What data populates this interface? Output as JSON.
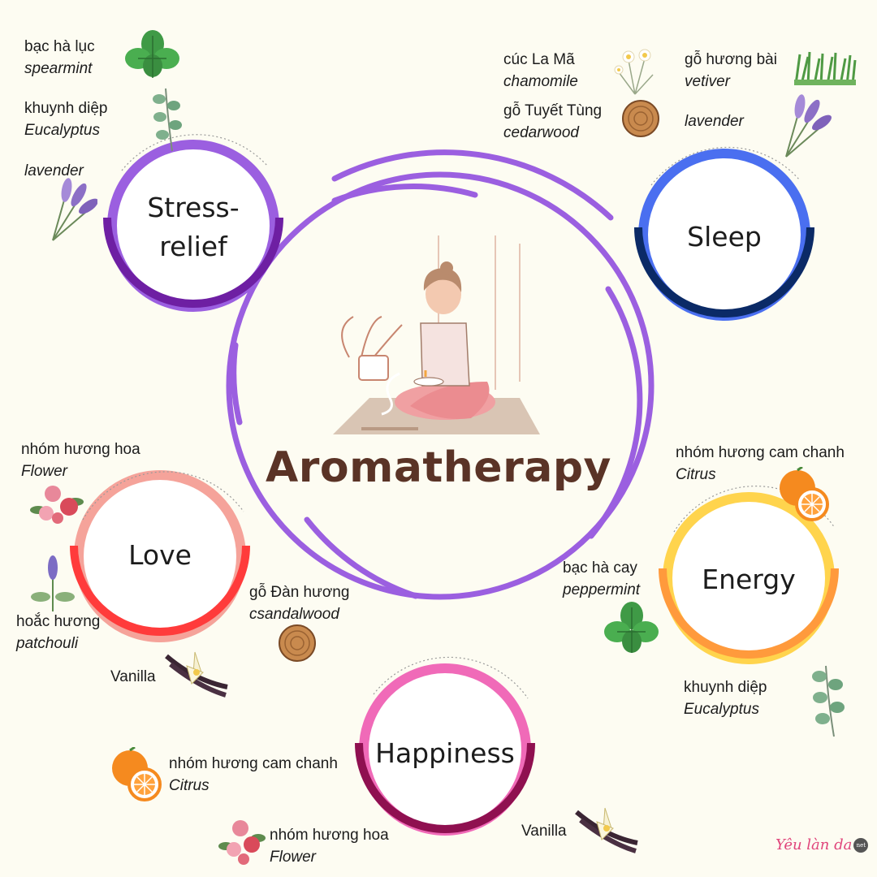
{
  "title": "Aromatherapy",
  "nodes": {
    "stress": {
      "line1": "Stress-",
      "line2": "relief"
    },
    "sleep": "Sleep",
    "love": "Love",
    "energy": "Energy",
    "happiness": "Happiness"
  },
  "stress_oils": [
    {
      "vi": "bạc hà lục",
      "en": "spearmint"
    },
    {
      "vi": "khuynh diệp",
      "en": "Eucalyptus"
    },
    {
      "vi": "",
      "en": "lavender"
    }
  ],
  "sleep_oils": [
    {
      "vi": "cúc La Mã",
      "en": "chamomile"
    },
    {
      "vi": "gỗ Tuyết Tùng",
      "en": "cedarwood"
    },
    {
      "vi": "gỗ hương bài",
      "en": "vetiver"
    },
    {
      "vi": "",
      "en": "lavender"
    }
  ],
  "love_oils": [
    {
      "vi": "nhóm hương hoa",
      "en": "Flower"
    },
    {
      "vi": "hoắc hương",
      "en": "patchouli"
    },
    {
      "vi": "Vanilla",
      "en": ""
    },
    {
      "vi": "gỗ Đàn hương",
      "en": "csandalwood"
    }
  ],
  "energy_oils": [
    {
      "vi": "nhóm hương cam chanh",
      "en": "Citrus"
    },
    {
      "vi": "bạc hà cay",
      "en": "peppermint"
    },
    {
      "vi": "khuynh diệp",
      "en": "Eucalyptus"
    }
  ],
  "happiness_oils": [
    {
      "vi": "nhóm hương cam chanh",
      "en": "Citrus"
    },
    {
      "vi": "nhóm hương hoa",
      "en": "Flower"
    },
    {
      "vi": "Vanilla",
      "en": ""
    }
  ],
  "brand": {
    "name": "Yêu làn da",
    "suffix": "net"
  },
  "colors": {
    "background": "#fdfcf2",
    "title": "#5a3326",
    "center_ring": "#9b5fe0",
    "stress_relief": "#9b5fe0",
    "sleep": "#4a6ff0",
    "love": "#f08a80",
    "energy": "#ffd44d",
    "happiness": "#f06ab8"
  },
  "icons": [
    "mint-leaf-icon",
    "eucalyptus-icon",
    "lavender-icon",
    "chamomile-icon",
    "wood-slice-icon",
    "vetiver-grass-icon",
    "rose-icon",
    "orange-icon",
    "vanilla-icon",
    "meditating-woman-illustration"
  ]
}
